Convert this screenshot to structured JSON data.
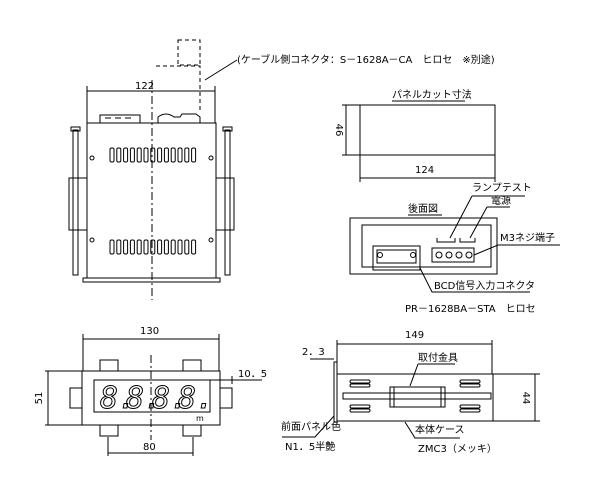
{
  "top_view": {
    "dim_width": "122",
    "cable_connector_note": "(ケーブル側コネクタ：S－1628A－CA　ヒロセ　※別途)"
  },
  "panel_cut": {
    "title": "パネルカット寸法",
    "dim_height": "46",
    "dim_width": "124"
  },
  "rear_view": {
    "title": "後面図",
    "lamp_test": "ランプテスト",
    "power": "電源",
    "terminal": "M3ネジ端子",
    "bcd_connector": "BCD信号入力コネクタ",
    "connector_part": "PR－1628BA－STA　ヒロセ"
  },
  "front_view": {
    "dim_width": "130",
    "dim_height": "51",
    "dim_pitch": "80",
    "dim_offset": "10．5",
    "digits": [
      "8.",
      "8.",
      "8.",
      "8."
    ],
    "unit": "m"
  },
  "side_view": {
    "dim_depth": "149",
    "dim_panel": "2．3",
    "dim_height": "44",
    "bracket_label": "取付金具",
    "panel_color_label": "前面パネル色",
    "panel_color_value": "N1．5半艶",
    "case_label": "本体ケース",
    "case_finish": "ZMC3（メッキ）"
  }
}
